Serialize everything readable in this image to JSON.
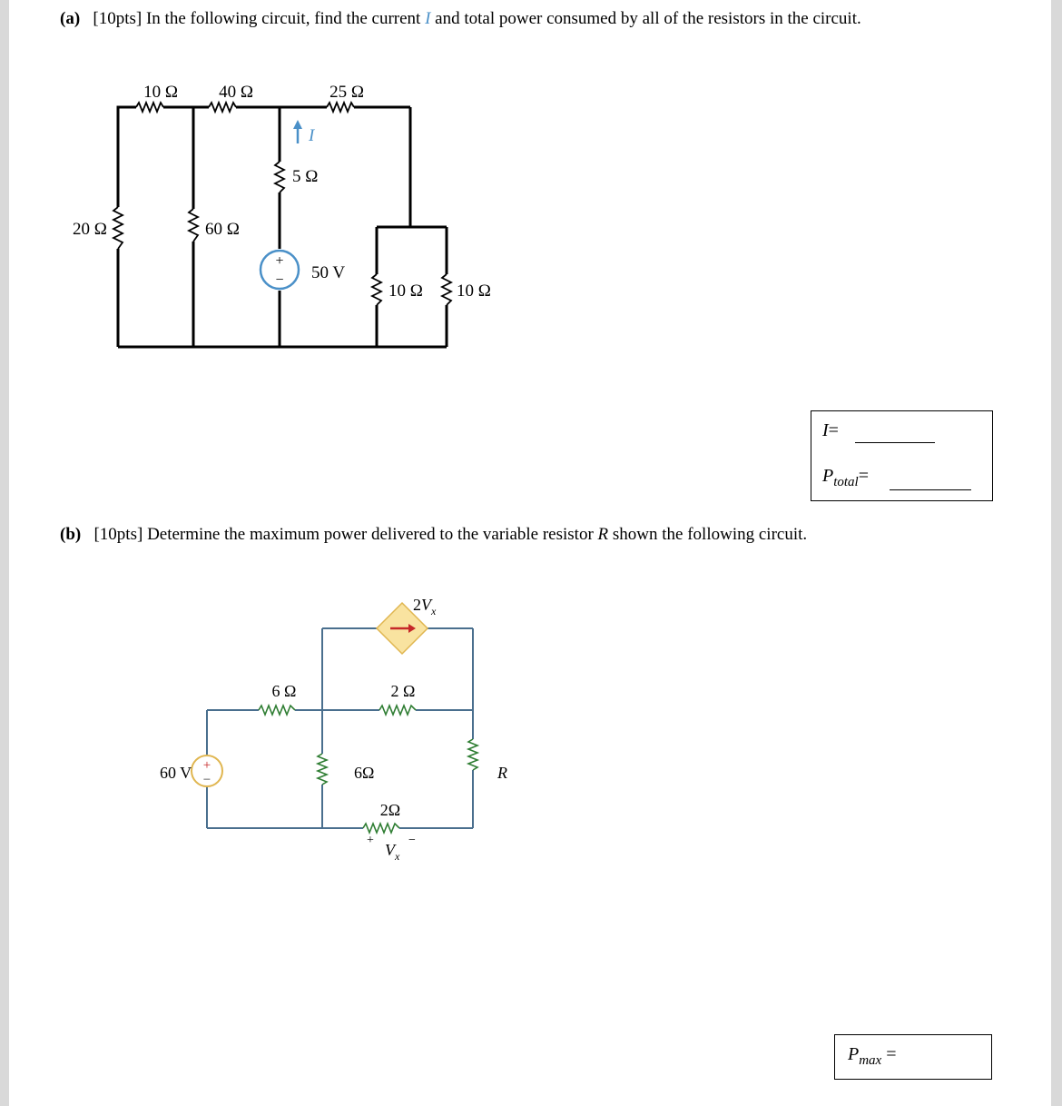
{
  "part_a": {
    "label": "(a)",
    "points": "[10pts]",
    "text_before": "In the following circuit, find the current",
    "var_I": "I",
    "text_after": "and total power consumed by all of the resistors in the circuit.",
    "circuit": {
      "r_10_top": "10 Ω",
      "r_40": "40 Ω",
      "r_25": "25 Ω",
      "r_5": "5 Ω",
      "r_20": "20 Ω",
      "r_60": "60 Ω",
      "source": "50 V",
      "current_label": "I",
      "r_10_a": "10 Ω",
      "r_10_b": "10 Ω",
      "plus": "+",
      "minus": "−"
    },
    "answer": {
      "I_label": "I",
      "equals": "=",
      "P_label": "P",
      "P_sub": "total",
      "P_equals": "="
    }
  },
  "part_b": {
    "label": "(b)",
    "points": "[10pts]",
    "text_before": "Determine the maximum power delivered to the variable resistor",
    "var_R": "R",
    "text_after": "shown the following circuit.",
    "circuit": {
      "dep_source": "2",
      "dep_var": "V",
      "dep_sub": "x",
      "r_6_top": "6 Ω",
      "r_2_mid": "2 Ω",
      "source": "60 V",
      "r_6_vert": "6Ω",
      "r_2_bottom": "2Ω",
      "vx_label": "V",
      "vx_sub": "x",
      "r_var": "R",
      "plus": "+",
      "minus": "−"
    },
    "answer": {
      "P_label": "P",
      "P_sub": "max",
      "equals": "="
    }
  },
  "colors": {
    "wire_a": "#000000",
    "wire_b": "#4a6f8e",
    "resistor_b": "#2e7d32",
    "source_circle": "#4a90c8",
    "arrow_current": "#4a90c8",
    "dep_fill": "#f9e3a0",
    "dep_arrow": "#c62828",
    "plus_b": "#c62828"
  }
}
